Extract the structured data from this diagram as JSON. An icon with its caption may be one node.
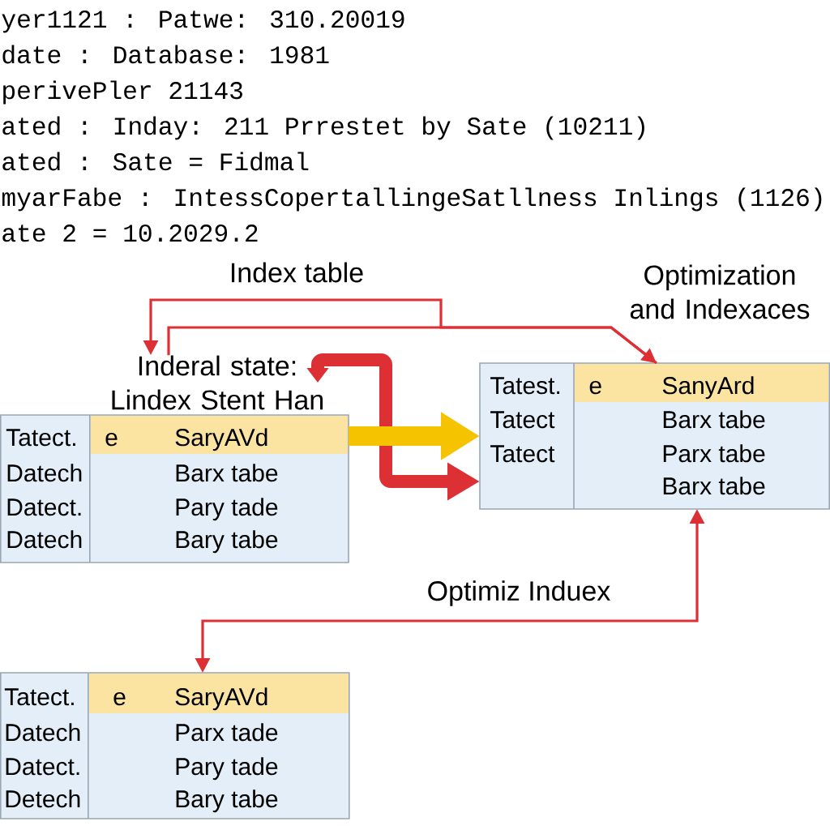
{
  "diagram": {
    "nodes": [
      {
        "text": [
          "Inderal state: Lindex Stent Han"
        ]
      },
      {
        "text": [
          "Tatect.",
          "e",
          "SaryAVd",
          "Datech",
          "Barx tabe",
          "Datect.",
          "Pary tade",
          "Datech",
          "Bary tabe"
        ]
      },
      {
        "text": [
          "Optimization and Indexaces",
          "Tatest.",
          "e",
          "SanyArd",
          "Tatect",
          "Barx tabe",
          "Tatect",
          "Parx tabe",
          "Barx tabe"
        ]
      },
      {
        "text": [
          "Tatect.",
          "e",
          "SaryAVd",
          "Datech",
          "Parx tade",
          "Datect.",
          "Pary tade",
          "Detech",
          "Bary tabe"
        ]
      }
    ],
    "edges": [
      {
        "from": 0,
        "to": 2,
        "arrow": "to"
      },
      {
        "from": 2,
        "to": 0,
        "arrow": "to",
        "label": "Index table"
      },
      {
        "from": 0,
        "to": 2,
        "arrow": "both",
        "style": "thick"
      },
      {
        "from": 1,
        "to": 2,
        "arrow": "to",
        "style": "thick",
        "color": "#f5c300"
      },
      {
        "from": 2,
        "to": 3,
        "arrow": "both",
        "label": "Optimiz Induex"
      }
    ],
    "labels": [
      "yer1121 : Patwe: 310.20019",
      "date : Database: 1981",
      "perivePler 21143",
      "ated : Inday: 211 Prrestet by Sate (10211)",
      "ated : Sate = Fidmal",
      "myarFabe : IntessCopertallingeSatllness Inlings (1126)",
      "ate 2 = 10.2029.2"
    ]
  }
}
